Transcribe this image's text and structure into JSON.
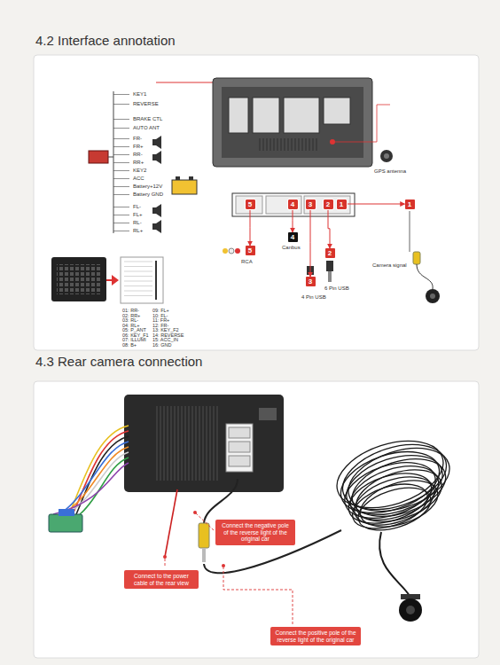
{
  "diagram": {
    "nodes": [
      {
        "text": [
          "5"
        ]
      },
      {
        "text": [
          "4"
        ]
      },
      {
        "text": [
          "3"
        ]
      },
      {
        "text": [
          "2"
        ]
      },
      {
        "text": [
          "1"
        ]
      },
      {
        "text": [
          "5"
        ]
      },
      {
        "text": [
          "4"
        ]
      },
      {
        "text": [
          "3"
        ]
      },
      {
        "text": [
          "2"
        ]
      },
      {
        "text": [
          "1"
        ]
      },
      {
        "text": [
          "Connect the negative pole of the reverse light of the original car"
        ]
      },
      {
        "text": [
          "Connect to the power cable of the rear view"
        ]
      },
      {
        "text": [
          "Connect the positive pole of the reverse light of the original car"
        ]
      }
    ],
    "edges": [
      {
        "from": 0,
        "to": 5,
        "arrow": "to"
      },
      {
        "from": 1,
        "to": 6,
        "arrow": "to"
      },
      {
        "from": 2,
        "to": 7,
        "arrow": "to"
      },
      {
        "from": 3,
        "to": 8,
        "arrow": "to"
      },
      {
        "from": 4,
        "to": 9,
        "arrow": "to"
      }
    ],
    "labels": [
      "4.2 Interface annotation",
      "4.3 Rear camera connection",
      "KEY1",
      "REVERSE",
      "BRAKE CTL",
      "AUTO ANT",
      "FR-",
      "FR+",
      "RR-",
      "RR+",
      "KEY2",
      "ACC",
      "Battery+12V",
      "Battery GND",
      "FL-",
      "FL+",
      "RL-",
      "RL+",
      "RCA",
      "Canbus",
      "4 Pin USB",
      "6 Pin USB",
      "Camera signal",
      "GPS antenna",
      "01: RR-",
      "02: RR+",
      "03: RL-",
      "04: RL+",
      "05: P_ANT",
      "06: KEY_F1",
      "07: ILLUMI",
      "08: B+",
      "09: FL+",
      "10: FL-",
      "11: FR+",
      "12: FR-",
      "13: KEY_F2",
      "14: REVERSE",
      "15: ACC_IN",
      "16: GND"
    ]
  }
}
